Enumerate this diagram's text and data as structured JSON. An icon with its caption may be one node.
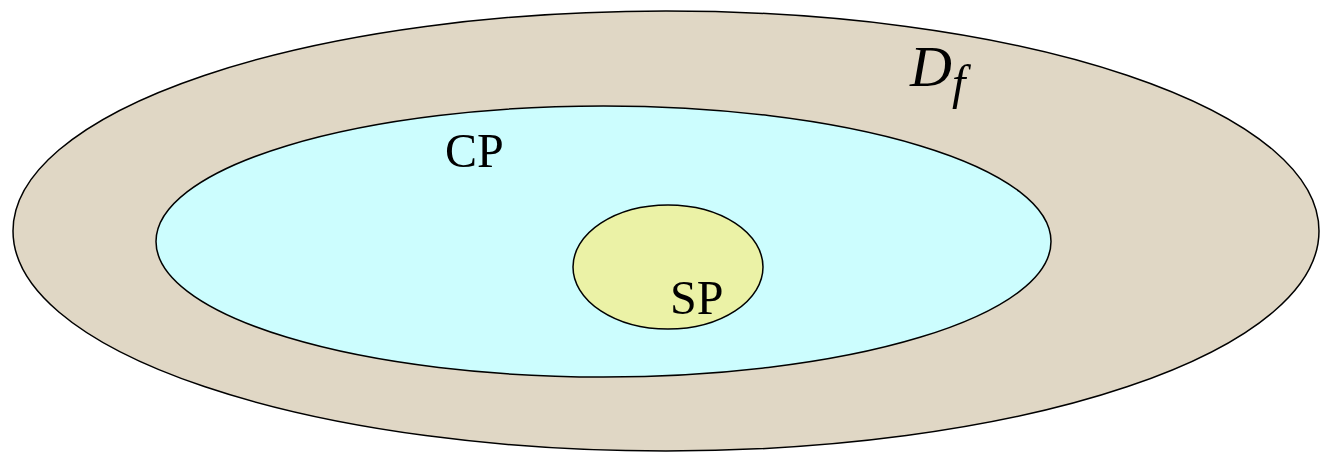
{
  "diagram": {
    "nodes": [
      {
        "text": [
          "D$_{f}$"
        ]
      },
      {
        "text": [
          "CP"
        ],
        "in": 0
      },
      {
        "text": [
          "SP"
        ],
        "in": 1
      }
    ],
    "edges": []
  }
}
